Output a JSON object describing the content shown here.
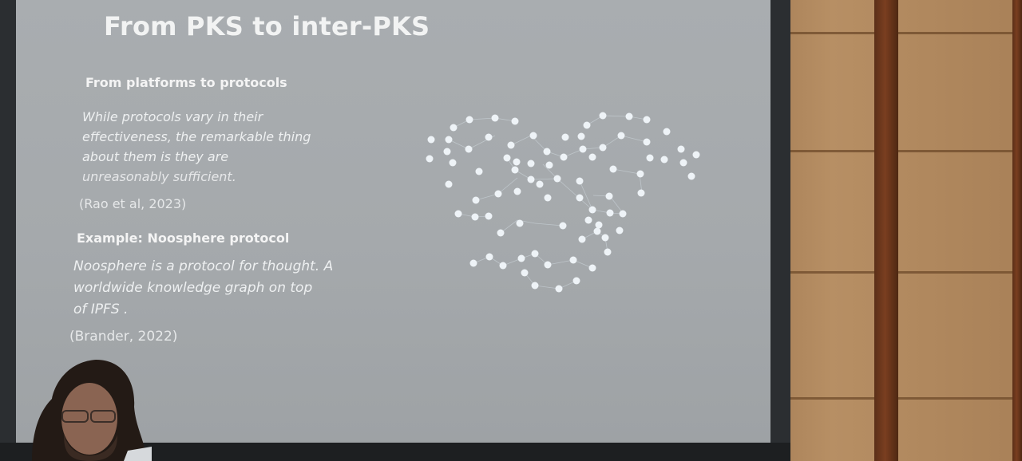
{
  "slide": {
    "title": "From PKS to inter-PKS",
    "section1_heading": "From platforms to protocols",
    "quote1_lines": [
      "While protocols vary in their",
      "effectiveness, the remarkable thing",
      "about them is they are",
      "unreasonably sufficient."
    ],
    "citation1": "(Rao et al, 2023)",
    "section2_heading": "Example: Noosphere protocol",
    "quote2_lines": [
      "Noosphere is a protocol for thought. A",
      "worldwide knowledge graph on top",
      "of IPFS ."
    ],
    "citation2": "(Brander, 2022)"
  },
  "graphic": {
    "type": "network-graph",
    "node_color": "#e8f0f6"
  }
}
